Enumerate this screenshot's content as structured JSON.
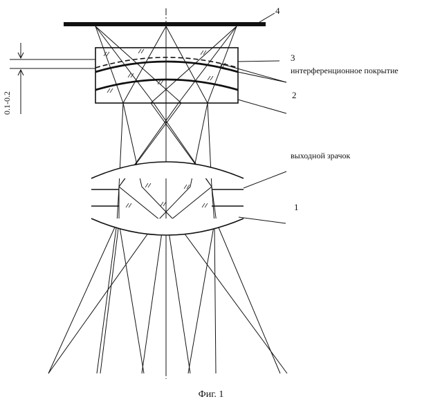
{
  "figure": {
    "caption": "Фиг. 1",
    "labels": {
      "detector": "4",
      "element_3": "3",
      "coating": "интерференционное покрытие",
      "element_2": "2",
      "exit_pupil": "выходной зрачок",
      "lens_1": "1",
      "gap": "0.1-0.2"
    },
    "colors": {
      "ink": "#111111",
      "background": "#ffffff"
    }
  }
}
